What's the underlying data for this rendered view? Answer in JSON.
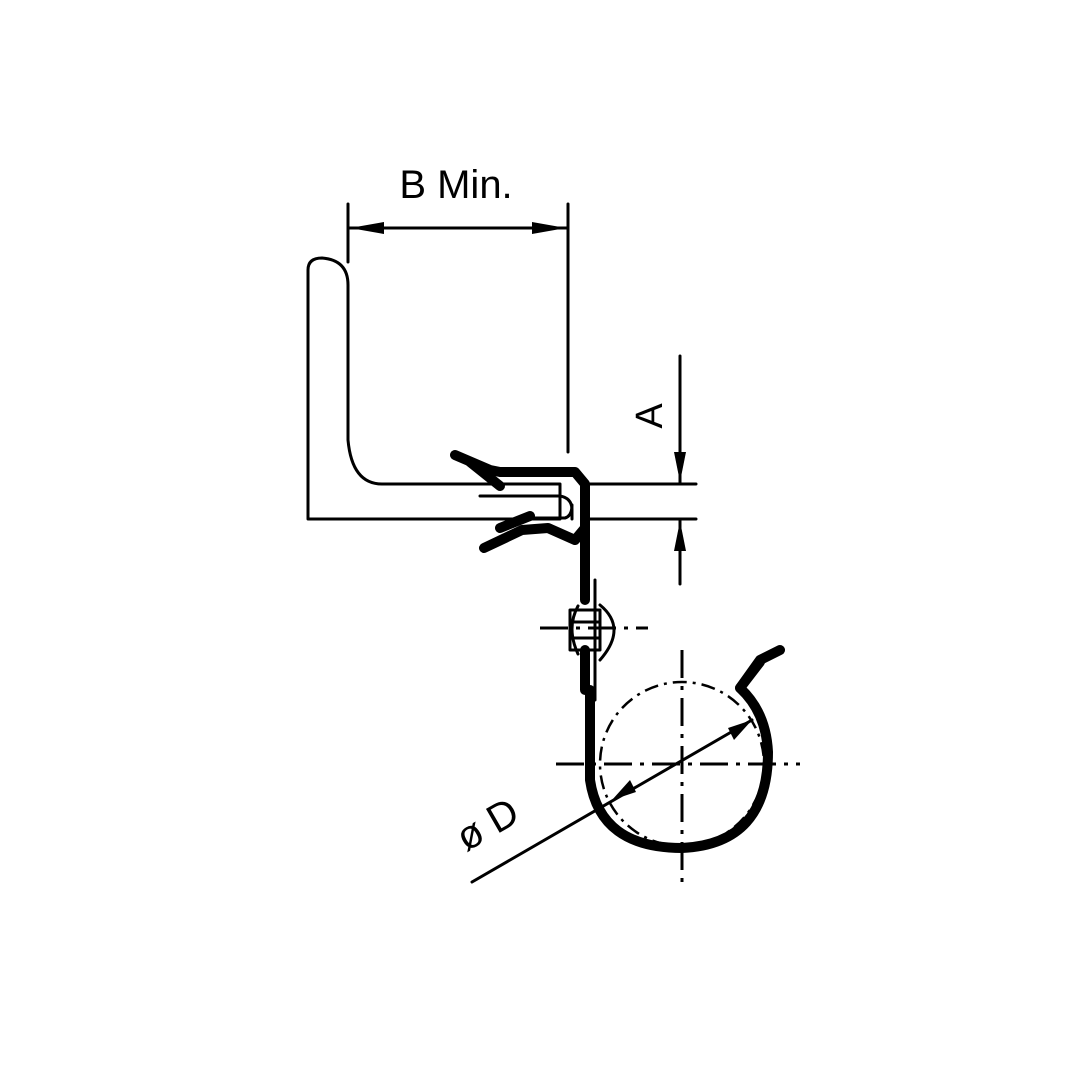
{
  "diagram": {
    "labels": {
      "b_min": "B Min.",
      "a": "A",
      "diameter": "ø D"
    },
    "colors": {
      "ink": "#000000",
      "background": "#ffffff"
    }
  }
}
